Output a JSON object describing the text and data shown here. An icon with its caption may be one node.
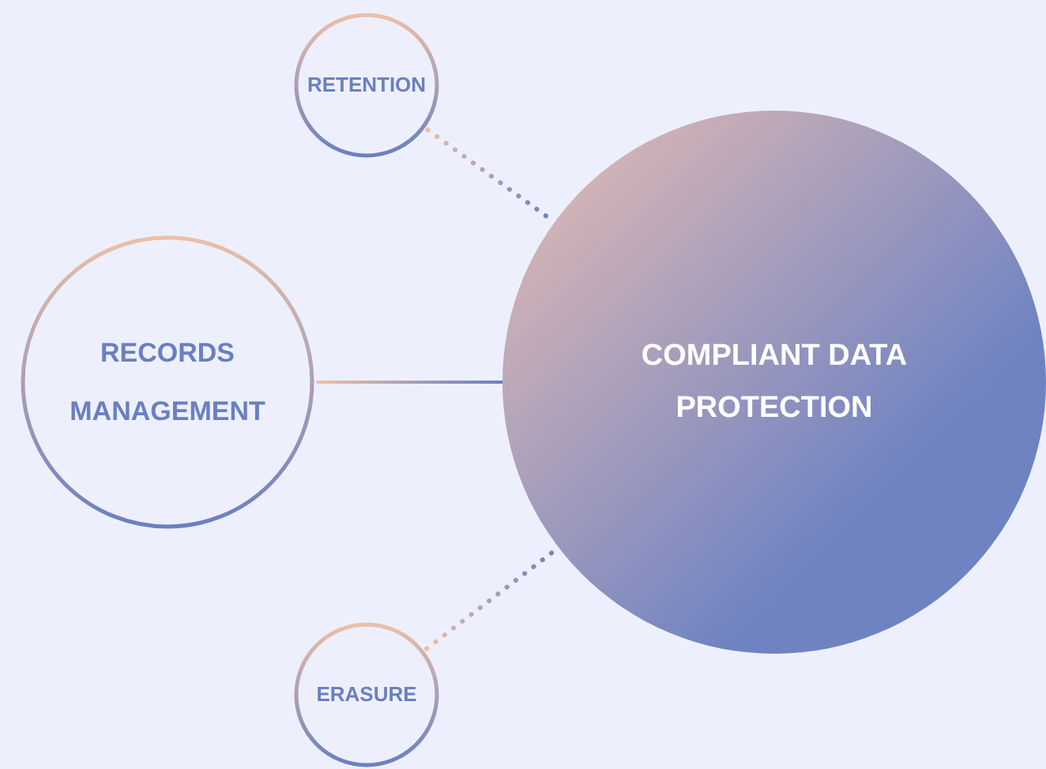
{
  "diagram": {
    "nodes": [
      {
        "text": [
          "COMPLIANT DATA PROTECTION"
        ]
      },
      {
        "text": [
          "RETENTION"
        ]
      },
      {
        "text": [
          "RECORDS MANAGEMENT"
        ]
      },
      {
        "text": [
          "ERASURE"
        ]
      }
    ],
    "edges": [
      {
        "from": 1,
        "to": 0,
        "arrow": "none",
        "style": "dashed"
      },
      {
        "from": 2,
        "to": 0,
        "arrow": "none"
      },
      {
        "from": 3,
        "to": 0,
        "arrow": "none",
        "style": "dashed"
      }
    ]
  }
}
